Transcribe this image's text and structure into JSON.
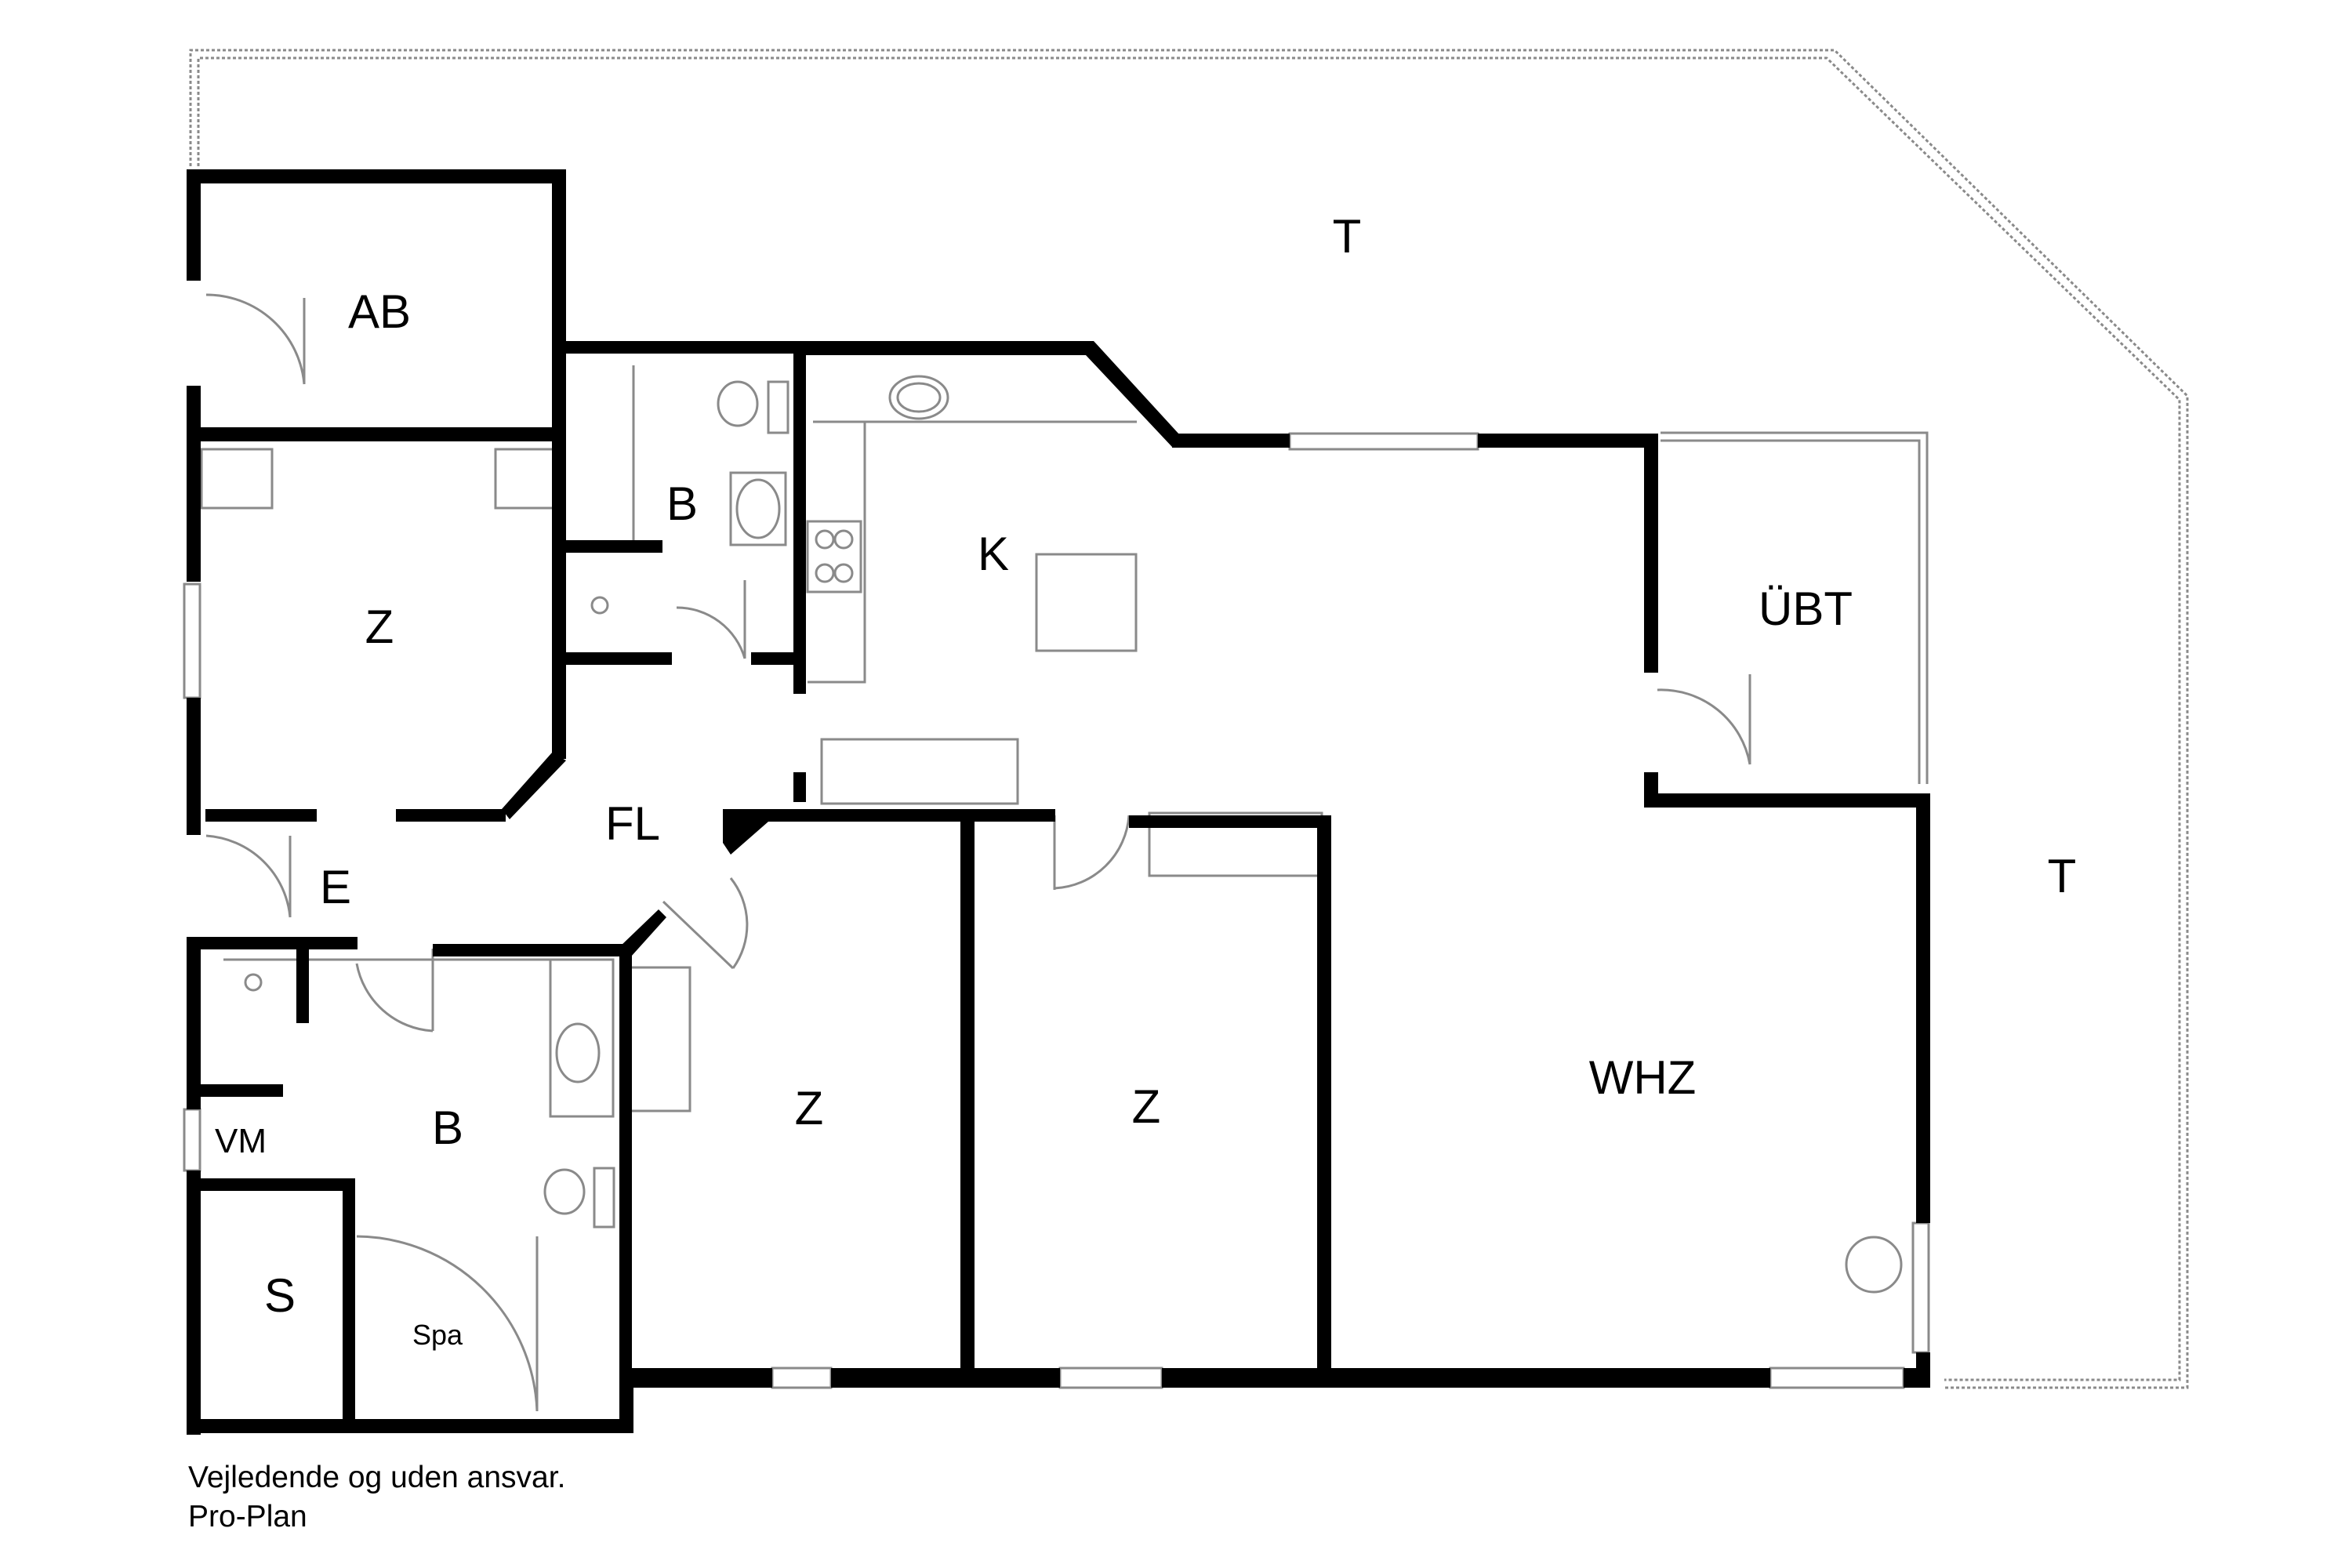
{
  "rooms": {
    "terrace_top": "T",
    "terrace_right": "T",
    "ab": "AB",
    "bath_top": "B",
    "kitchen": "K",
    "ubt": "ÜBT",
    "room_nw": "Z",
    "hall": "FL",
    "entry": "E",
    "bath_bottom": "B",
    "vm": "VM",
    "storage": "S",
    "spa": "Spa",
    "room_mid": "Z",
    "room_right": "Z",
    "living": "WHZ"
  },
  "footer": {
    "disclaimer": "Vejledende og uden ansvar.",
    "company": "Pro-Plan"
  },
  "colors": {
    "wall": "#000000",
    "line": "#8a8a8a",
    "background": "#ffffff"
  }
}
